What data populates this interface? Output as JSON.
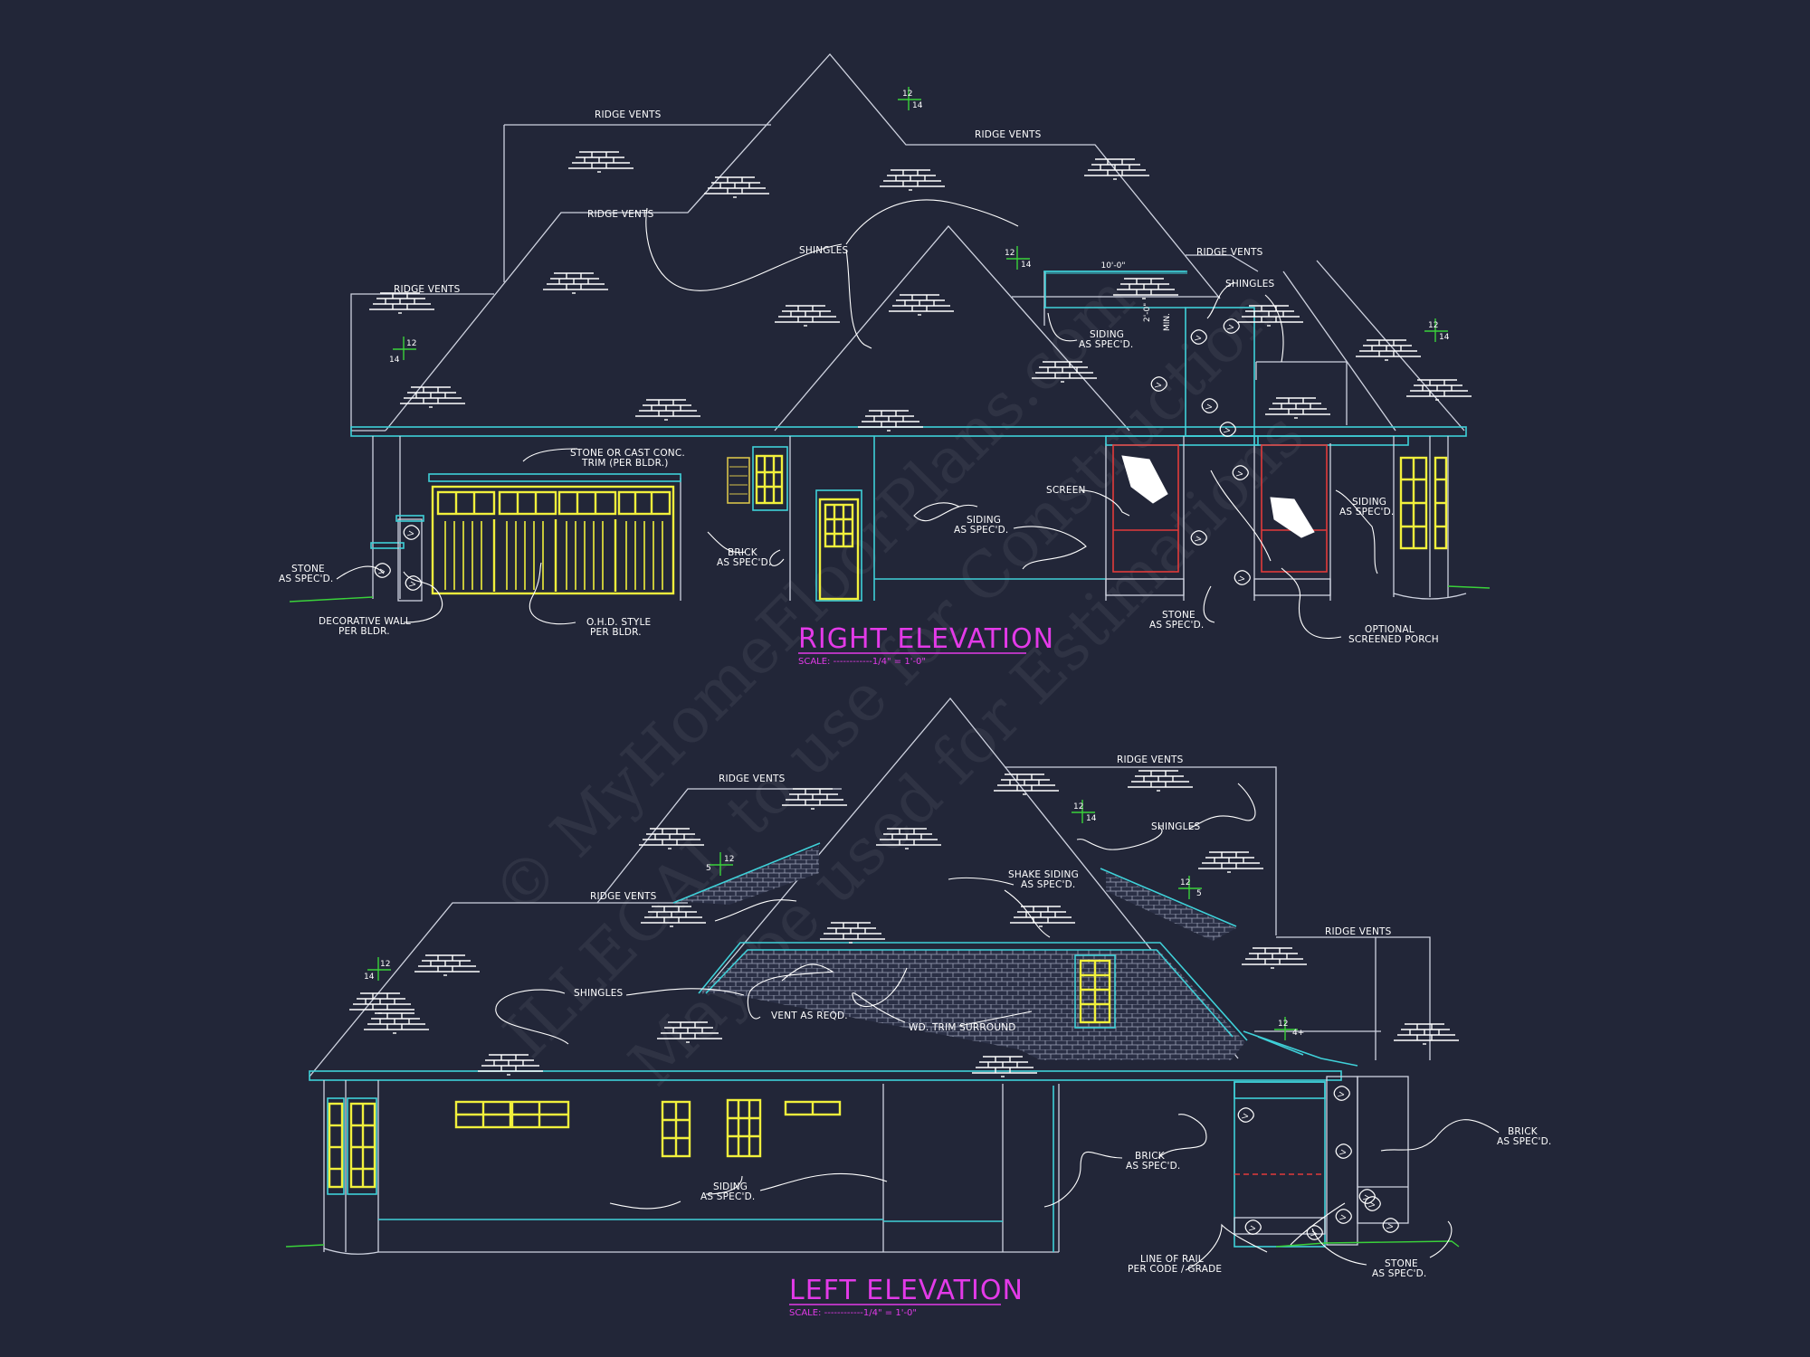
{
  "watermark": {
    "line1": "© MyHomeFloorPlans.com",
    "line2": "ILLEGAL to use for Construction",
    "line3": "May be used for Estimations"
  },
  "right_elevation": {
    "title": "RIGHT ELEVATION",
    "scale": "SCALE: ------------1/4\" = 1'-0\"",
    "dim_width": "10'-0\"",
    "dim_height": "2'-0\"",
    "dim_min": "MIN.",
    "labels": {
      "ridge_vents_1": "RIDGE VENTS",
      "ridge_vents_2": "RIDGE VENTS",
      "ridge_vents_3": "RIDGE VENTS",
      "ridge_vents_4": "RIDGE VENTS",
      "ridge_vents_5": "RIDGE VENTS",
      "shingles_1": "SHINGLES",
      "shingles_2": "SHINGLES",
      "siding_1a": "SIDING",
      "siding_1b": "AS SPEC'D.",
      "stone_trim_a": "STONE OR CAST CONC.",
      "stone_trim_b": "TRIM (PER BLDR.)",
      "screen": "SCREEN",
      "siding_2a": "SIDING",
      "siding_2b": "AS SPEC'D.",
      "siding_3a": "SIDING",
      "siding_3b": "AS SPEC'D.",
      "brick_a": "BRICK",
      "brick_b": "AS SPEC'D.",
      "stone_1a": "STONE",
      "stone_1b": "AS SPEC'D.",
      "deco_a": "DECORATIVE WALL",
      "deco_b": "PER BLDR.",
      "ohd_a": "O.H.D. STYLE",
      "ohd_b": "PER BLDR.",
      "stone_2a": "STONE",
      "stone_2b": "AS SPEC'D.",
      "porch_a": "OPTIONAL",
      "porch_b": "SCREENED PORCH"
    },
    "pitches": [
      {
        "rise": "12",
        "run": "14"
      },
      {
        "rise": "12",
        "run": "14"
      },
      {
        "rise": "12",
        "run": "14"
      },
      {
        "rise": "12",
        "run": "14"
      }
    ]
  },
  "left_elevation": {
    "title": "LEFT ELEVATION",
    "scale": "SCALE: ------------1/4\" = 1'-0\"",
    "labels": {
      "ridge_vents_1": "RIDGE VENTS",
      "ridge_vents_2": "RIDGE VENTS",
      "ridge_vents_3": "RIDGE VENTS",
      "ridge_vents_4": "RIDGE VENTS",
      "shingles_1": "SHINGLES",
      "shingles_2": "SHINGLES",
      "shake_a": "SHAKE SIDING",
      "shake_b": "AS SPEC'D.",
      "vent": "VENT AS REQD.",
      "trim": "WD. TRIM SURROUND",
      "siding_a": "SIDING",
      "siding_b": "AS SPEC'D.",
      "brick_1a": "BRICK",
      "brick_1b": "AS SPEC'D.",
      "brick_2a": "BRICK",
      "brick_2b": "AS SPEC'D.",
      "rail_a": "LINE OF RAIL",
      "rail_b": "PER CODE / GRADE",
      "stone_a": "STONE",
      "stone_b": "AS SPEC'D."
    },
    "pitches": [
      {
        "rise": "12",
        "run": "5"
      },
      {
        "rise": "12",
        "run": "14"
      },
      {
        "rise": "12",
        "run": "5"
      },
      {
        "rise": "12",
        "run": "14"
      },
      {
        "rise": "12",
        "run": "4+"
      }
    ]
  },
  "colors": {
    "background": "#222638",
    "linework": "#cfd3e0",
    "trim": "#3fd0d8",
    "windows": "#f1f03c",
    "title": "#e33ae8",
    "grade": "#3ad23a",
    "porch": "#e23a3a"
  }
}
